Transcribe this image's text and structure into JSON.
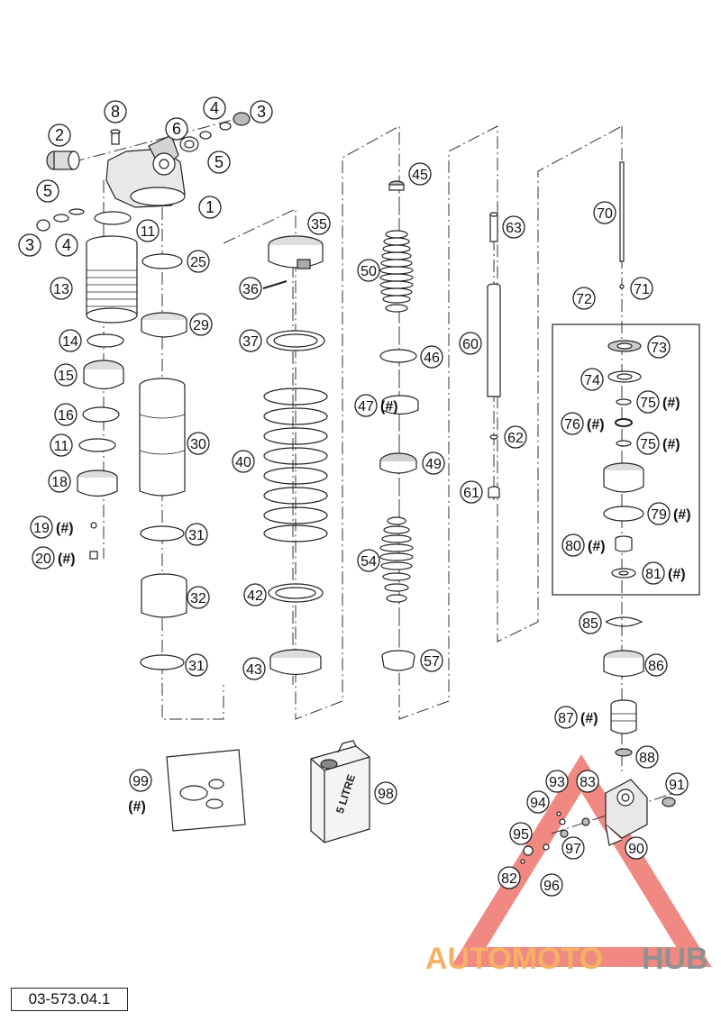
{
  "document_code": "03-573.04.1",
  "watermark": {
    "left": "AUTOMOTO",
    "right": "HUB",
    "colors": {
      "left": "#f3a44c",
      "right": "#7e7e7e",
      "triangle": "#e53b2d"
    }
  },
  "can_label": "5 LITRE",
  "hash_marker": "(#)",
  "callouts": [
    {
      "id": "c1",
      "num": "1"
    },
    {
      "id": "c2",
      "num": "2"
    },
    {
      "id": "c3a",
      "num": "3"
    },
    {
      "id": "c3b",
      "num": "3"
    },
    {
      "id": "c4a",
      "num": "4"
    },
    {
      "id": "c4b",
      "num": "4"
    },
    {
      "id": "c5a",
      "num": "5"
    },
    {
      "id": "c5b",
      "num": "5"
    },
    {
      "id": "c6",
      "num": "6"
    },
    {
      "id": "c8",
      "num": "8"
    },
    {
      "id": "c11a",
      "num": "11"
    },
    {
      "id": "c11b",
      "num": "11"
    },
    {
      "id": "c13",
      "num": "13"
    },
    {
      "id": "c14",
      "num": "14"
    },
    {
      "id": "c15",
      "num": "15"
    },
    {
      "id": "c16",
      "num": "16"
    },
    {
      "id": "c18",
      "num": "18"
    },
    {
      "id": "c19",
      "num": "19",
      "hash": true
    },
    {
      "id": "c20",
      "num": "20",
      "hash": true
    },
    {
      "id": "c25",
      "num": "25"
    },
    {
      "id": "c29",
      "num": "29"
    },
    {
      "id": "c30",
      "num": "30"
    },
    {
      "id": "c31a",
      "num": "31"
    },
    {
      "id": "c31b",
      "num": "31"
    },
    {
      "id": "c32",
      "num": "32"
    },
    {
      "id": "c35",
      "num": "35"
    },
    {
      "id": "c36",
      "num": "36"
    },
    {
      "id": "c37",
      "num": "37"
    },
    {
      "id": "c40",
      "num": "40"
    },
    {
      "id": "c42",
      "num": "42"
    },
    {
      "id": "c43",
      "num": "43"
    },
    {
      "id": "c45",
      "num": "45"
    },
    {
      "id": "c46",
      "num": "46"
    },
    {
      "id": "c47",
      "num": "47",
      "hash": true
    },
    {
      "id": "c49",
      "num": "49"
    },
    {
      "id": "c50",
      "num": "50"
    },
    {
      "id": "c54",
      "num": "54"
    },
    {
      "id": "c57",
      "num": "57"
    },
    {
      "id": "c60",
      "num": "60"
    },
    {
      "id": "c61",
      "num": "61"
    },
    {
      "id": "c62",
      "num": "62"
    },
    {
      "id": "c63",
      "num": "63"
    },
    {
      "id": "c70",
      "num": "70"
    },
    {
      "id": "c71",
      "num": "71"
    },
    {
      "id": "c72",
      "num": "72"
    },
    {
      "id": "c73",
      "num": "73"
    },
    {
      "id": "c74",
      "num": "74"
    },
    {
      "id": "c75a",
      "num": "75",
      "hash": true
    },
    {
      "id": "c75b",
      "num": "75",
      "hash": true
    },
    {
      "id": "c76",
      "num": "76",
      "hash": true
    },
    {
      "id": "c79",
      "num": "79",
      "hash": true
    },
    {
      "id": "c80",
      "num": "80",
      "hash": true
    },
    {
      "id": "c81",
      "num": "81",
      "hash": true
    },
    {
      "id": "c82",
      "num": "82"
    },
    {
      "id": "c83",
      "num": "83"
    },
    {
      "id": "c85",
      "num": "85"
    },
    {
      "id": "c86",
      "num": "86"
    },
    {
      "id": "c87",
      "num": "87",
      "hash": true
    },
    {
      "id": "c88",
      "num": "88"
    },
    {
      "id": "c90",
      "num": "90"
    },
    {
      "id": "c91",
      "num": "91"
    },
    {
      "id": "c93",
      "num": "93"
    },
    {
      "id": "c94",
      "num": "94"
    },
    {
      "id": "c95",
      "num": "95"
    },
    {
      "id": "c96",
      "num": "96"
    },
    {
      "id": "c97",
      "num": "97"
    },
    {
      "id": "c98",
      "num": "98"
    },
    {
      "id": "c99",
      "num": "99",
      "hash": true
    }
  ]
}
